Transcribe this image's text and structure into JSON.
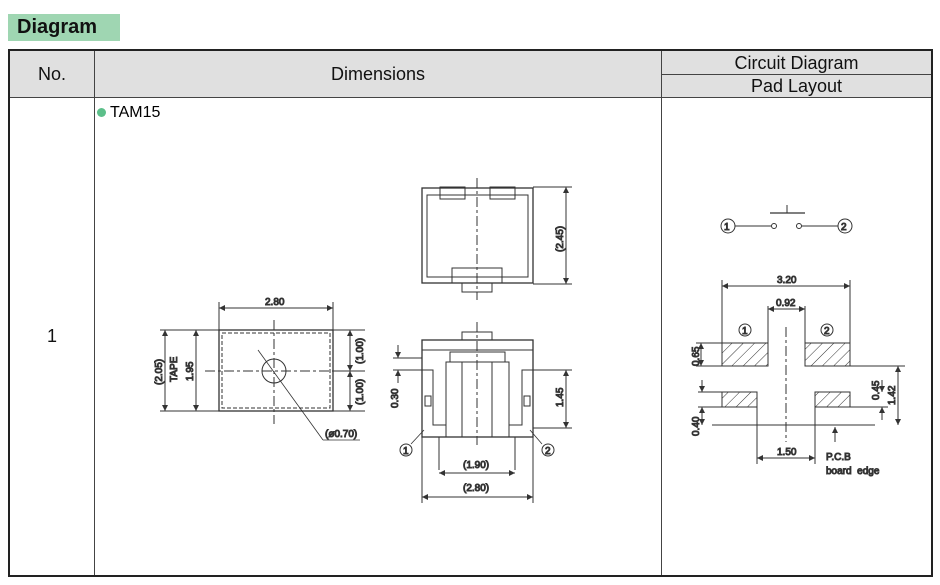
{
  "section_title": "Diagram",
  "headers": {
    "no": "No.",
    "dimensions": "Dimensions",
    "circuit": "Circuit Diagram",
    "pad": "Pad Layout"
  },
  "row": {
    "no": "1",
    "model": "TAM15"
  },
  "front_view": {
    "width": "2.80",
    "tape_total": "(2.05)",
    "tape_label": "TAPE",
    "height": "1.95",
    "half_top": "(1.00)",
    "half_bottom": "(1.00)",
    "hole": "(ø0.70)"
  },
  "side_view": {
    "height": "(2.45)",
    "offset": "0.30",
    "terminal": "1.45",
    "inner_width": "(1.90)",
    "outer_width": "(2.80)",
    "pin1": "1",
    "pin2": "2"
  },
  "circuit": {
    "pin1": "1",
    "pin2": "2"
  },
  "pad_layout": {
    "total_width": "3.20",
    "gap": "0.92",
    "pad_height": "0.65",
    "edge_gap": "0.40",
    "small_pad": "0.45",
    "offset": "1.42",
    "small_spacing": "1.50",
    "pin1": "1",
    "pin2": "2",
    "note_line1": "P.C.B",
    "note_line2": "board  edge"
  },
  "colors": {
    "accent": "#9fd6b2",
    "bullet": "#5cbf8a",
    "header_bg": "#e0e0e0"
  }
}
